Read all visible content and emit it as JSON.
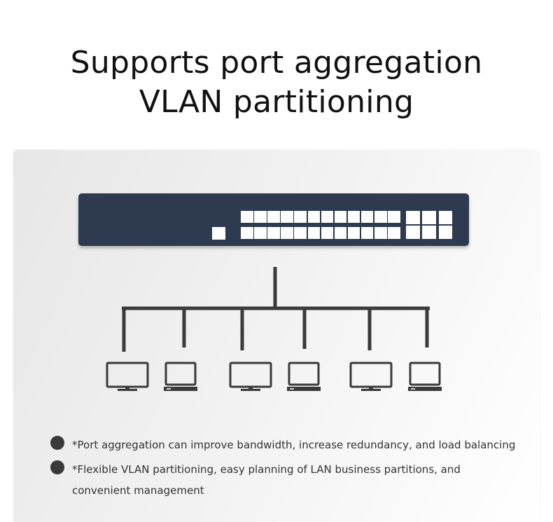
{
  "heading": {
    "line1": "Supports port aggregation",
    "line2": "VLAN partitioning"
  },
  "switch_device": {
    "color": "#2e3a4f",
    "rj45_ports_per_row": 12,
    "port_rows": 2,
    "sfp_ports_per_row": 3,
    "console_ports": 1
  },
  "topology": {
    "line_color": "#3a3a3a",
    "devices": [
      "monitor",
      "laptop",
      "monitor",
      "laptop",
      "monitor",
      "laptop"
    ]
  },
  "features": [
    {
      "text": "*Port aggregation can improve bandwidth, increase redundancy, and load balancing"
    },
    {
      "text": "*Flexible VLAN partitioning, easy planning of LAN business partitions, and convenient management"
    }
  ]
}
